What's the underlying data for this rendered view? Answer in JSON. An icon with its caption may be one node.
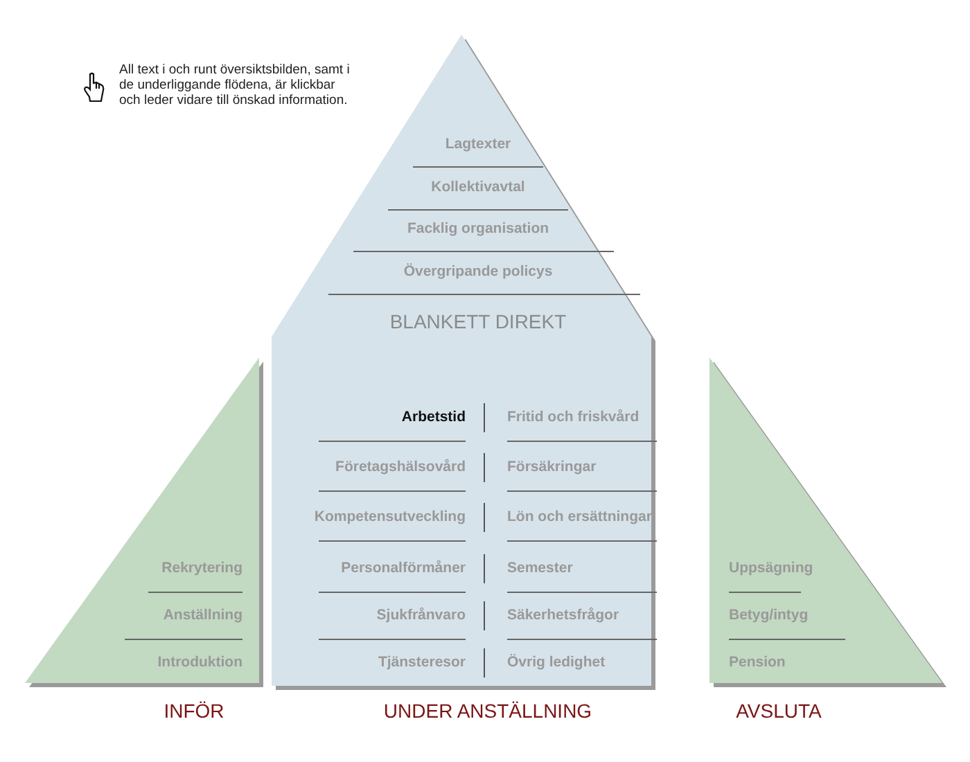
{
  "diagram": {
    "nodes": [
      {
        "text": [
          "Rekrytering",
          "Anställning",
          "Introduktion",
          "INFÖR"
        ]
      },
      {
        "text": [
          "Lagtexter",
          "Kollektivavtal",
          "Facklig organisation",
          "Övergripande policys",
          "BLANKETT DIREKT",
          "Arbetstid",
          "Fritid och friskvård",
          "Företagshälsovård",
          "Försäkringar",
          "Kompetensutveckling",
          "Lön och ersättningar",
          "Personalförmåner",
          "Semester",
          "Sjukfrånvaro",
          "Säkerhetsfrågor",
          "Tjänsteresor",
          "Övrig ledighet",
          "UNDER ANSTÄLLNING"
        ]
      },
      {
        "text": [
          "Uppsägning",
          "Betyg/intyg",
          "Pension",
          "AVSLUTA"
        ]
      }
    ],
    "labels": [
      "All text i och runt översiktsbilden, samt i de underliggande flödena, är klickbar och leder vidare till önskad information."
    ]
  }
}
